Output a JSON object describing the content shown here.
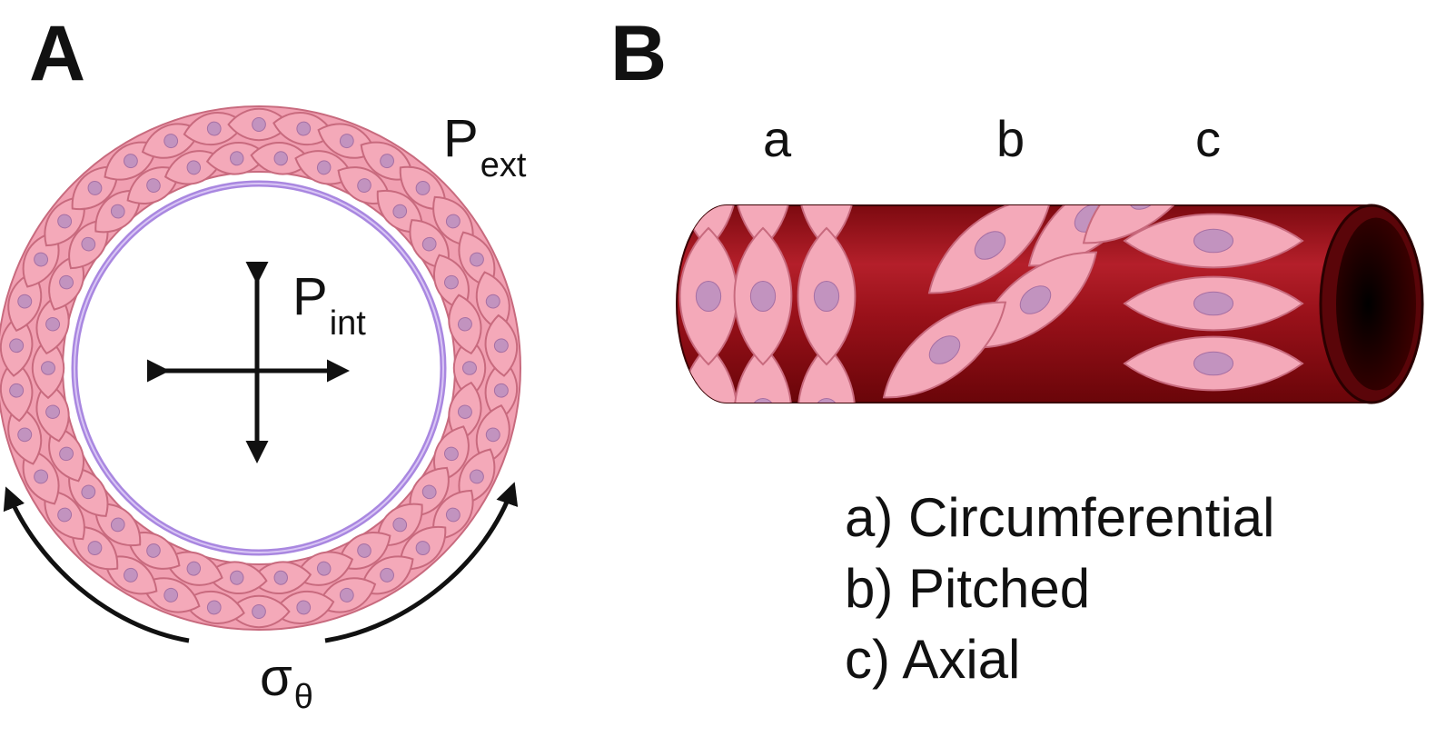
{
  "panel_a": {
    "label": "A",
    "external_pressure": {
      "base": "P",
      "sub": "ext"
    },
    "internal_pressure": {
      "base": "P",
      "sub": "int"
    },
    "hoop_stress": {
      "base": "σ",
      "sub": "θ"
    }
  },
  "panel_b": {
    "label": "B",
    "regions": [
      "a",
      "b",
      "c"
    ],
    "legend": [
      "a) Circumferential",
      "b) Pitched",
      "c) Axial"
    ]
  },
  "colors": {
    "cell_fill": "#f4a9b9",
    "cell_stroke": "#c86a7e",
    "nucleus": "#c293bf",
    "lumen_ring": "#a987e0",
    "vessel_dark": "#8e0d14",
    "vessel_light": "#c02a35",
    "vessel_end": "#2a0000",
    "ink": "#111111"
  }
}
